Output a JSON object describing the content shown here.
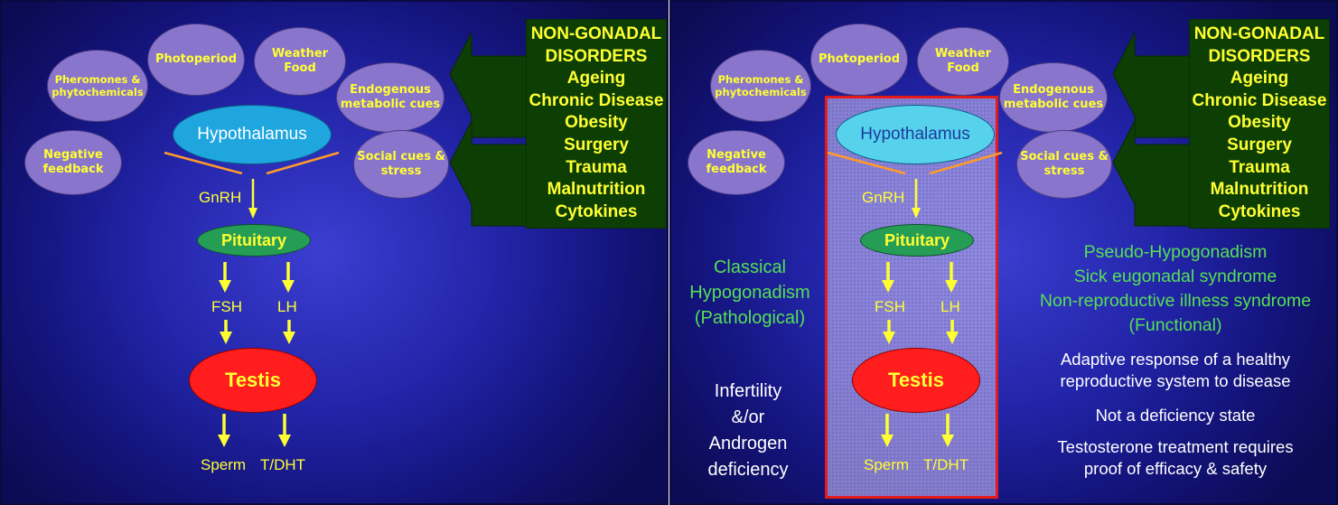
{
  "inputs": {
    "pheromones": "Pheromones & phytochemicals",
    "photoperiod": "Photoperiod",
    "weather_food": "Weather Food",
    "endogenous": "Endogenous metabolic cues",
    "negative_feedback": "Negative feedback",
    "social_cues": "Social cues & stress"
  },
  "axis": {
    "hypothalamus": "Hypothalamus",
    "gnrh": "GnRH",
    "pituitary": "Pituitary",
    "fsh": "FSH",
    "lh": "LH",
    "testis": "Testis",
    "sperm": "Sperm",
    "t_dht": "T/DHT"
  },
  "non_gonadal": {
    "lines": [
      "NON-GONADAL",
      "DISORDERS",
      "Ageing",
      "Chronic Disease",
      "Obesity",
      "Surgery",
      "Trauma",
      "Malnutrition",
      "Cytokines"
    ]
  },
  "classical": [
    "Classical",
    "Hypogonadism",
    "(Pathological)"
  ],
  "classical_outcome": [
    "Infertility",
    "&/or",
    "Androgen",
    "deficiency"
  ],
  "pseudo": [
    "Pseudo-Hypogonadism",
    "Sick eugonadal syndrome",
    "Non-reproductive illness syndrome",
    "(Functional)"
  ],
  "notes": {
    "adaptive": [
      "Adaptive response of a healthy",
      "reproductive system to disease"
    ],
    "not_deficiency": "Not a deficiency state",
    "treatment": [
      "Testosterone treatment requires",
      "proof of efficacy & safety"
    ]
  },
  "colors": {
    "background": "#2224a8",
    "input_ellipse": "#8a75cc",
    "hypothalamus": "#1fa6df",
    "pituitary": "#269d55",
    "testis": "#ff1d1d",
    "label_text": "#ffff33",
    "green_box": "#0d3f04",
    "green_text": "#55e055",
    "red_frame": "#e41b1b"
  }
}
